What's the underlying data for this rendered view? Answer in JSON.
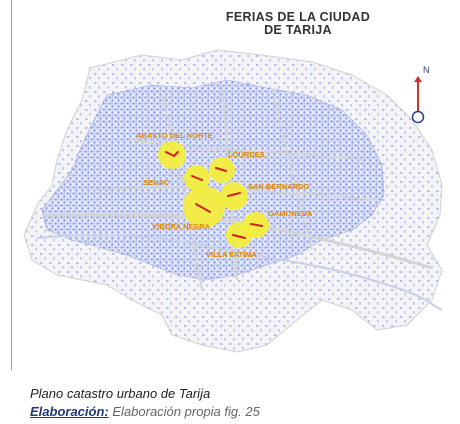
{
  "map": {
    "title_line1": "FERIAS DE LA CIUDAD",
    "title_line2": "DE TARIJA",
    "north_label": "N",
    "ferias": [
      {
        "name": "ABASTO DEL NORTE"
      },
      {
        "name": "LOURDES"
      },
      {
        "name": "SENAC"
      },
      {
        "name": "SAN BERNARDO"
      },
      {
        "name": "GAMONEDA"
      },
      {
        "name": "VIBORA NEGRA"
      },
      {
        "name": "VILLA FATIMA"
      }
    ],
    "colors": {
      "urban_blocks": "#8a9ae6",
      "streets": "#d9d9d9",
      "feria_circle": "#f5ee3a",
      "feria_label": "#e08a00",
      "compass": "#d0312d"
    }
  },
  "caption": {
    "text": "Plano catastro urbano de Tarija",
    "credit_label": "Elaboración:",
    "credit_text": " Elaboración propia fig. 25"
  }
}
